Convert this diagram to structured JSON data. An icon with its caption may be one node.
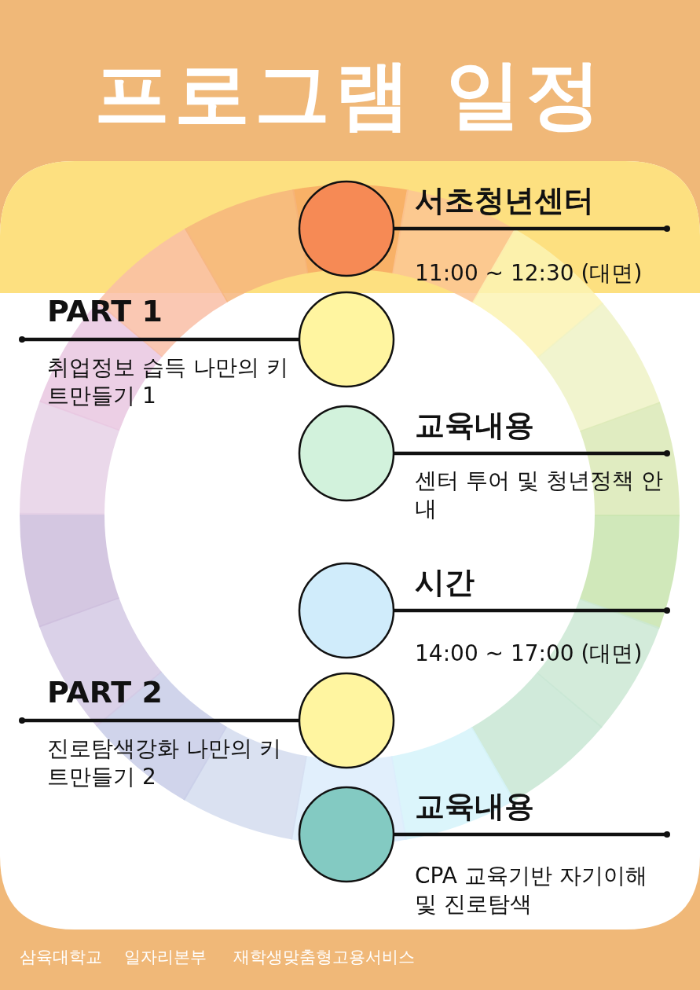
{
  "diagram": {
    "title": "프로그램 일정",
    "nodes": [
      {
        "text": [],
        "shape": "circle",
        "beside": [
          "서초청년센터",
          "11:00 ~ 12:30 (대면)"
        ]
      },
      {
        "text": [],
        "shape": "circle",
        "beside": [
          "PART 1",
          "취업정보 습득 나만의 키트만들기 1"
        ]
      },
      {
        "text": [],
        "shape": "circle",
        "beside": [
          "교육내용",
          "센터 투어 및 청년정책 안내"
        ]
      },
      {
        "text": [],
        "shape": "circle",
        "beside": [
          "시간",
          "14:00 ~ 17:00 (대면)"
        ]
      },
      {
        "text": [],
        "shape": "circle",
        "beside": [
          "PART 2",
          "진로탐색강화 나만의 키트만들기 2"
        ]
      },
      {
        "text": [],
        "shape": "circle",
        "beside": [
          "교육내용",
          "CPA 교육기반 자기이해 및 진로탐색"
        ]
      }
    ],
    "edges": [
      {
        "from": 0,
        "to": null,
        "arrow": "other"
      },
      {
        "from": 1,
        "to": null,
        "arrow": "other"
      },
      {
        "from": 2,
        "to": null,
        "arrow": "other"
      },
      {
        "from": 3,
        "to": null,
        "arrow": "other"
      },
      {
        "from": 4,
        "to": null,
        "arrow": "other"
      },
      {
        "from": 5,
        "to": null,
        "arrow": "other"
      }
    ],
    "labels": [
      "삼육대학교",
      "일자리본부",
      "재학생맞춤형고용서비스"
    ]
  }
}
